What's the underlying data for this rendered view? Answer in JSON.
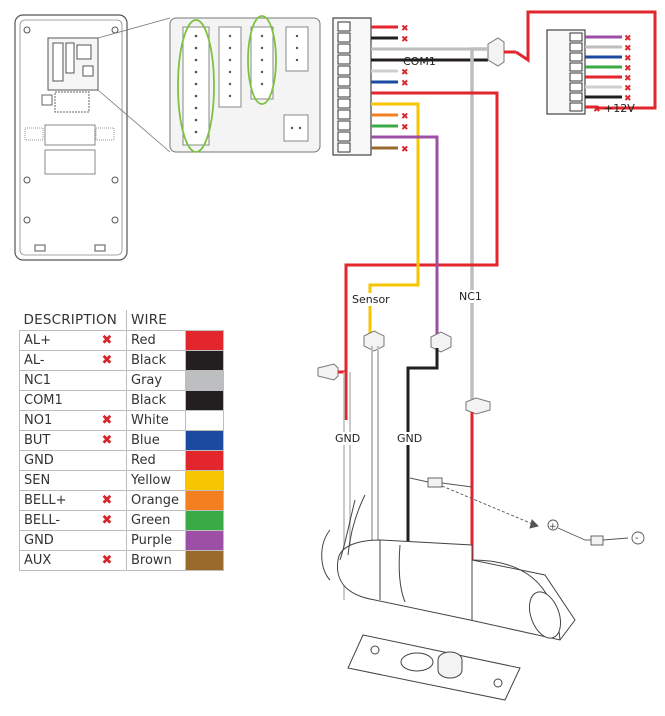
{
  "labels": {
    "com1": "COM1",
    "plus12v": "+12V",
    "sensor": "Sensor",
    "nc1": "NC1",
    "gnd_left": "GND",
    "gnd_right": "GND",
    "plus_sign": "+",
    "minus_sign": "-",
    "x_mark": "✖"
  },
  "table": {
    "headers": {
      "description": "DESCRIPTION",
      "wire": "WIRE"
    },
    "rows": [
      {
        "description": "AL+",
        "marked": true,
        "wire": "Red",
        "color": "#e2262b"
      },
      {
        "description": "AL-",
        "marked": true,
        "wire": "Black",
        "color": "#231f20"
      },
      {
        "description": "NC1",
        "marked": false,
        "wire": "Gray",
        "color": "#bcbec0"
      },
      {
        "description": "COM1",
        "marked": false,
        "wire": "Black",
        "color": "#231f20"
      },
      {
        "description": "NO1",
        "marked": true,
        "wire": "White",
        "color": "#ffffff"
      },
      {
        "description": "BUT",
        "marked": true,
        "wire": "Blue",
        "color": "#1c4aa0"
      },
      {
        "description": "GND",
        "marked": false,
        "wire": "Red",
        "color": "#e2262b"
      },
      {
        "description": "SEN",
        "marked": false,
        "wire": "Yellow",
        "color": "#f7c600"
      },
      {
        "description": "BELL+",
        "marked": true,
        "wire": "Orange",
        "color": "#f37f20"
      },
      {
        "description": "BELL-",
        "marked": true,
        "wire": "Green",
        "color": "#3aaa44"
      },
      {
        "description": "GND",
        "marked": false,
        "wire": "Purple",
        "color": "#9c4fa4"
      },
      {
        "description": "AUX",
        "marked": true,
        "wire": "Brown",
        "color": "#9a6a2c"
      }
    ]
  },
  "colors": {
    "red": "#e2262b",
    "black": "#231f20",
    "gray": "#bcbec0",
    "yellow": "#f7c600",
    "purple": "#9c4fa4",
    "green": "#3aaa44",
    "blue": "#1c4aa0",
    "orange": "#f37f20",
    "brown": "#9a6a2c",
    "highlight": "#7dc242",
    "x_mark": "#d9242a"
  }
}
